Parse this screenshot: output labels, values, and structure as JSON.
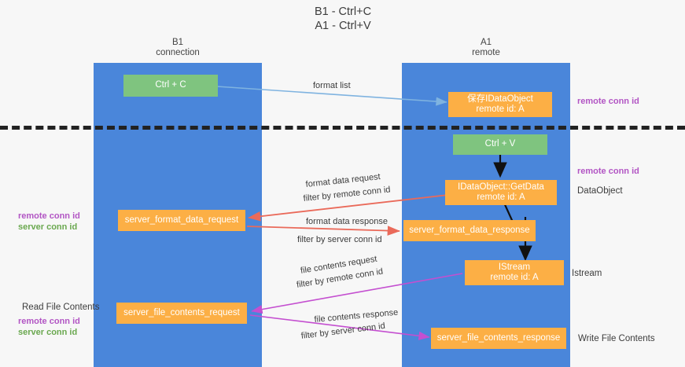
{
  "title": {
    "line1": "B1 - Ctrl+C",
    "line2": "A1 - Ctrl+V"
  },
  "lanes": [
    {
      "id": "b1",
      "title_line1": "B1",
      "title_line2": "connection",
      "color": "#4a86da"
    },
    {
      "id": "a1",
      "title_line1": "A1",
      "title_line2": "remote",
      "color": "#4a86da"
    }
  ],
  "nodes": {
    "ctrl_c": {
      "line1": "Ctrl + C",
      "line2": "",
      "color": "#7fc47f"
    },
    "idataobject": {
      "line1": "保存IDataObject",
      "line2": "remote id: A",
      "color": "#fcaf45"
    },
    "ctrl_v": {
      "line1": "Ctrl + V",
      "line2": "",
      "color": "#7fc47f"
    },
    "getdata": {
      "line1": "IDataObject::GetData",
      "line2": "remote id: A",
      "color": "#fcaf45"
    },
    "fmt_req": {
      "line1": "server_format_data_request",
      "line2": "",
      "color": "#fcaf45"
    },
    "fmt_resp": {
      "line1": "server_format_data_response",
      "line2": "",
      "color": "#fcaf45"
    },
    "istream": {
      "line1": "IStream",
      "line2": "remote id: A",
      "color": "#fcaf45"
    },
    "file_req": {
      "line1": "server_file_contents_request",
      "line2": "",
      "color": "#fcaf45"
    },
    "file_resp": {
      "line1": "server_file_contents_response",
      "line2": "",
      "color": "#fcaf45"
    }
  },
  "edge_labels": {
    "format_list": "format list",
    "format_data_request": "format data request",
    "format_data_request_filter_prefix": "filter by ",
    "format_data_request_filter_key": "remote conn id",
    "format_data_response": "format data response",
    "format_data_response_filter_prefix": "filter by ",
    "format_data_response_filter_key": "server conn id",
    "file_contents_request": "file contents request",
    "file_contents_request_filter_prefix": "filter by ",
    "file_contents_request_filter_key": "remote conn id",
    "file_contents_response": "file contents response",
    "file_contents_response_filter_prefix": "filter by ",
    "file_contents_response_filter_key": "server conn id"
  },
  "annotations": {
    "right_remote_conn_id_top": "remote conn id",
    "right_remote_conn_id_mid": "remote conn id",
    "right_dataobject": "DataObject",
    "right_istream": "Istream",
    "right_write_file_contents": "Write File Contents",
    "left_remote_conn_id_mid": "remote conn id",
    "left_server_conn_id_mid": "server conn id",
    "left_read_file_contents": "Read File Contents",
    "left_remote_conn_id_bottom": "remote conn id",
    "left_server_conn_id_bottom": "server conn id"
  },
  "colors": {
    "lane": "#4a86da",
    "green_node": "#7fc47f",
    "orange_node": "#fcaf45",
    "purple_text": "#b255c4",
    "green_text": "#6aa84f",
    "arrow_blue": "#7fb3e0",
    "arrow_red": "#ea6a5a",
    "arrow_magenta": "#c44fd0",
    "arrow_black": "#111111",
    "divider": "#222222",
    "background": "#f7f7f7"
  }
}
